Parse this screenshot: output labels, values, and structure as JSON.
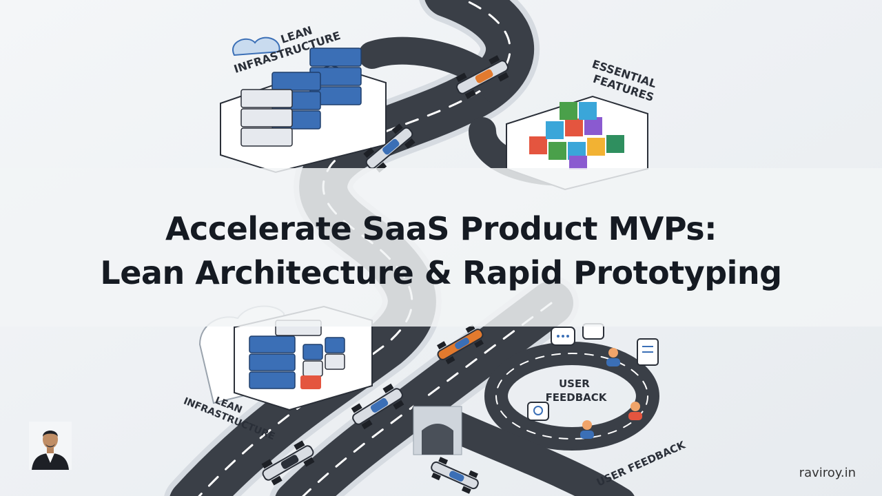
{
  "headline": {
    "line1": "Accelerate SaaS Product MVPs:",
    "line2": "Lean Architecture & Rapid Prototyping"
  },
  "illustration": {
    "label_top_left_1": "LEAN",
    "label_top_left_2": "INFRASTRUCTURE",
    "label_top_right_1": "ESSENTIAL",
    "label_top_right_2": "FEATURES",
    "label_bottom_left_1": "LEAN",
    "label_bottom_left_2": "INFRASTRUCTURE",
    "label_loop_1": "USER",
    "label_loop_2": "FEEDBACK",
    "label_bottom_right": "USER FEEDBACK"
  },
  "footer": {
    "site": "raviroy.in"
  },
  "colors": {
    "road": "#3a3f47",
    "server_blue": "#3b6fb6",
    "headline": "#151a22"
  }
}
